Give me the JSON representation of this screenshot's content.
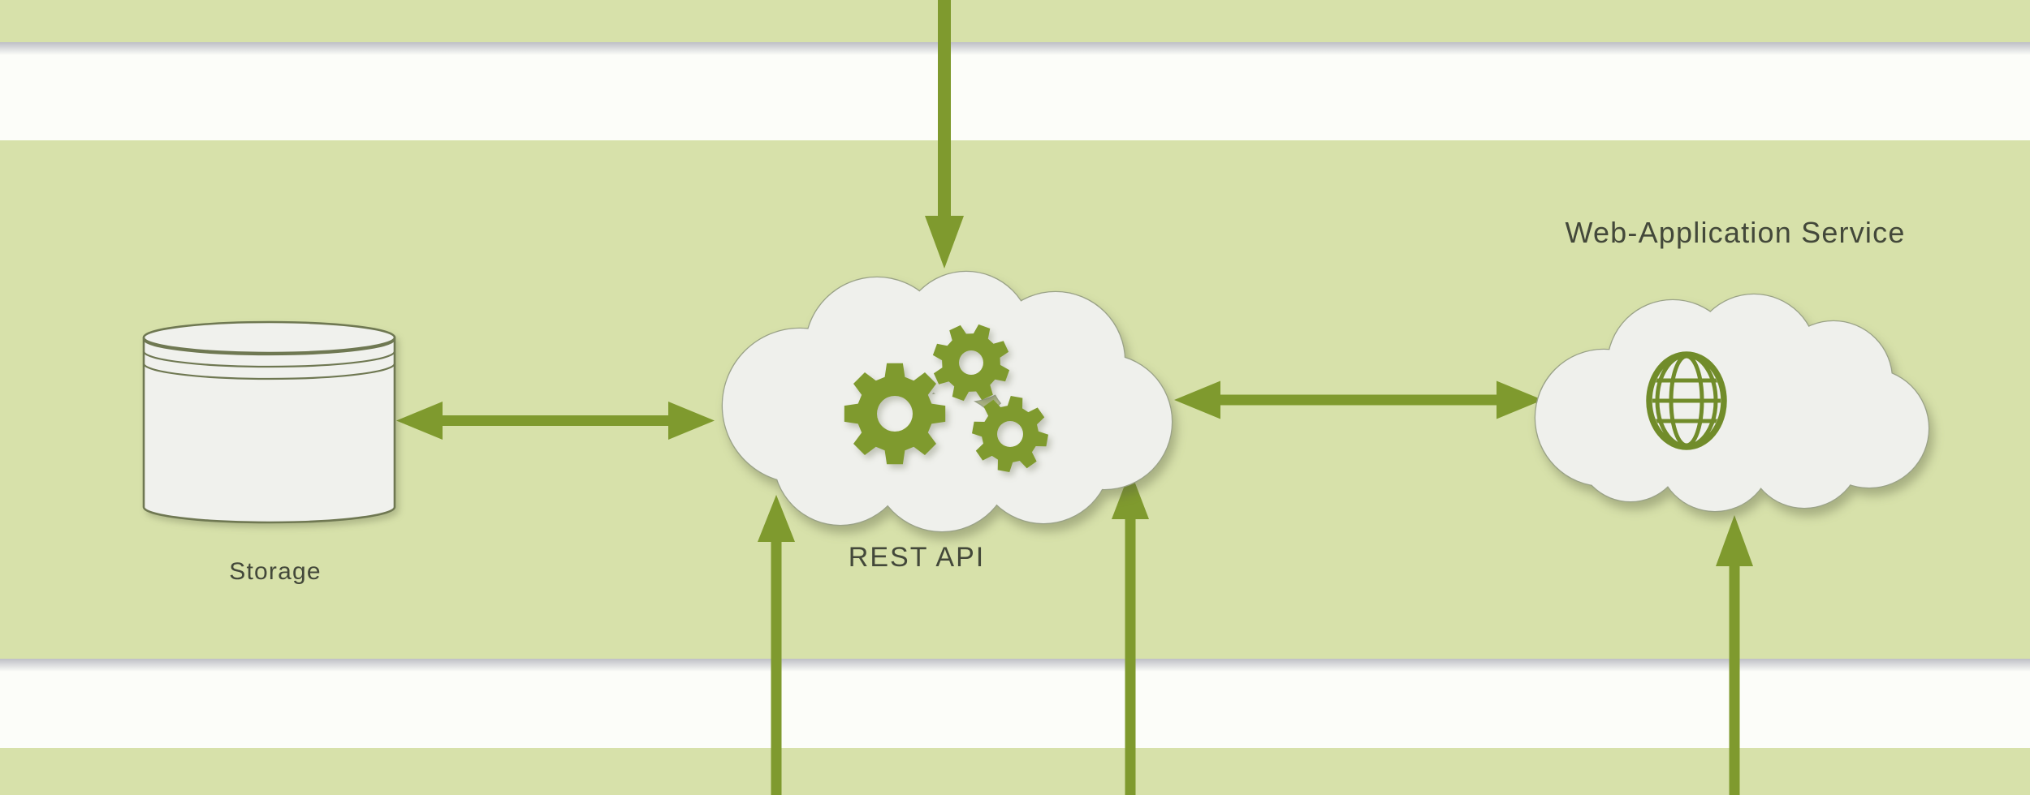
{
  "diagram": {
    "nodes": {
      "storage": {
        "label": "Storage",
        "icon": "database-cylinder-icon"
      },
      "rest_api": {
        "label": "REST API",
        "icon": "gears-icon"
      },
      "web_app": {
        "label": "Web-Application Service",
        "icon": "globe-icon"
      }
    },
    "connections": [
      {
        "from": "offscreen-top",
        "to": "rest_api",
        "direction": "down"
      },
      {
        "from": "storage",
        "to": "rest_api",
        "direction": "both"
      },
      {
        "from": "rest_api",
        "to": "web_app",
        "direction": "both"
      },
      {
        "from": "offscreen-bottom",
        "to": "rest_api",
        "direction": "up"
      },
      {
        "from": "offscreen-bottom",
        "to": "rest_api",
        "direction": "up"
      },
      {
        "from": "offscreen-bottom",
        "to": "web_app",
        "direction": "up"
      }
    ],
    "colors": {
      "band_green": "#d7e1aa",
      "band_white": "#fcfdf9",
      "accent": "#7f9a2e",
      "globe": "#718c2a",
      "cloud_fill": "#eff0ec",
      "cloud_stroke": "#9aa287",
      "cyl_fill": "#f0f1ed",
      "cyl_stroke": "#6f7852",
      "label_text": "#43483a"
    }
  }
}
